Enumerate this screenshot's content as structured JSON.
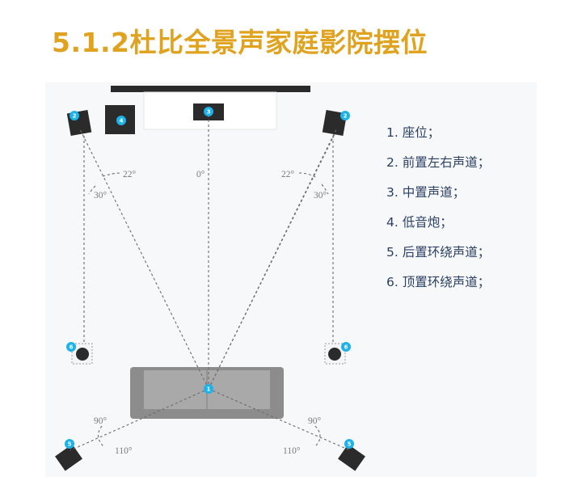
{
  "title": "5.1.2杜比全景声家庭影院摆位",
  "legend": [
    "1. 座位；",
    "2. 前置左右声道；",
    "3. 中置声道；",
    "4. 低音炮；",
    "5. 后置环绕声道；",
    "6. 顶置环绕声道；"
  ],
  "angles": {
    "center": "0°",
    "front_left_inner": "22°",
    "front_left_outer": "30°",
    "front_right_inner": "22°",
    "front_right_outer": "30°",
    "rear_left_inner": "90°",
    "rear_left_outer": "110°",
    "rear_right_inner": "90°",
    "rear_right_outer": "110°"
  },
  "markers": {
    "seat": "1",
    "front_left": "2",
    "front_right": "2",
    "center": "3",
    "subwoofer": "4",
    "rear_left": "5",
    "rear_right": "5",
    "height_left": "6",
    "height_right": "6"
  },
  "colors": {
    "title": "#e0a320",
    "marker": "#1eb2ea",
    "speaker": "#2b2b2b",
    "legend_text": "#2b3f63",
    "line": "#6b6b6b",
    "sofa": "#8c8c8c"
  }
}
